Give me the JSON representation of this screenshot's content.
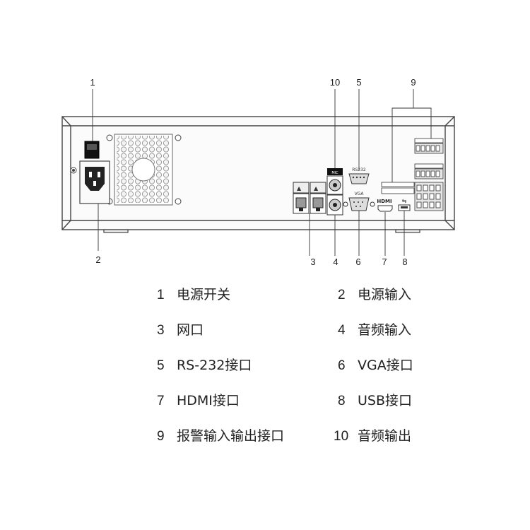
{
  "callouts": {
    "c1": "1",
    "c2": "2",
    "c3": "3",
    "c4": "4",
    "c5": "5",
    "c6": "6",
    "c7": "7",
    "c8": "8",
    "c9": "9",
    "c10": "10"
  },
  "panel_labels": {
    "rs232": "RS232",
    "vga": "VGA",
    "hdmi": "HDMI",
    "audio": "MIC"
  },
  "legend": [
    {
      "num": "1",
      "text": "电源开关"
    },
    {
      "num": "2",
      "text": "电源输入"
    },
    {
      "num": "3",
      "text": "网口"
    },
    {
      "num": "4",
      "text": "音频输入"
    },
    {
      "num": "5",
      "text": "RS-232接口"
    },
    {
      "num": "6",
      "text": "VGA接口"
    },
    {
      "num": "7",
      "text": "HDMI接口"
    },
    {
      "num": "8",
      "text": "USB接口"
    },
    {
      "num": "9",
      "text": "报警输入输出接口"
    },
    {
      "num": "10",
      "text": "音频输出"
    }
  ]
}
